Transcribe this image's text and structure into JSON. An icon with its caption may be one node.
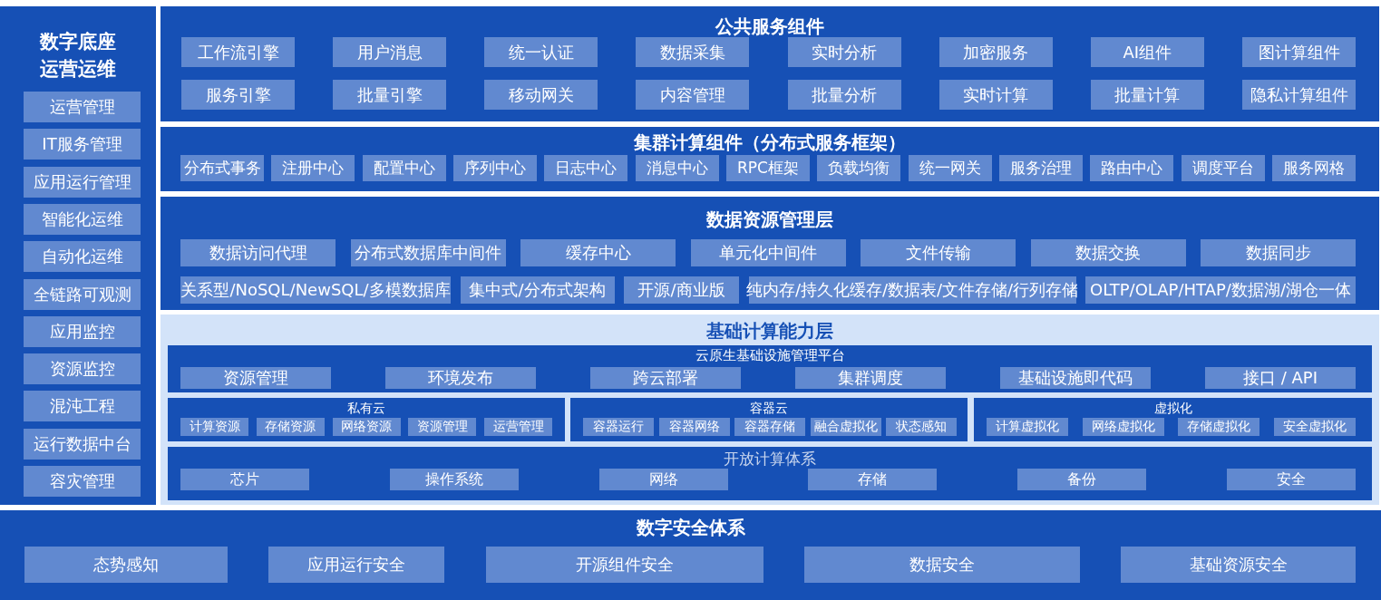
{
  "diagram": {
    "nodes": [
      {
        "text": [
          "数字底座运营运维"
        ]
      },
      {
        "text": [
          "运营管理"
        ],
        "in": 0
      },
      {
        "text": [
          "IT服务管理"
        ],
        "in": 0
      },
      {
        "text": [
          "应用运行管理"
        ],
        "in": 0
      },
      {
        "text": [
          "智能化运维"
        ],
        "in": 0
      },
      {
        "text": [
          "自动化运维"
        ],
        "in": 0
      },
      {
        "text": [
          "全链路可观测"
        ],
        "in": 0
      },
      {
        "text": [
          "应用监控"
        ],
        "in": 0
      },
      {
        "text": [
          "资源监控"
        ],
        "in": 0
      },
      {
        "text": [
          "混沌工程"
        ],
        "in": 0
      },
      {
        "text": [
          "运行数据中台"
        ],
        "in": 0
      },
      {
        "text": [
          "容灾管理"
        ],
        "in": 0
      },
      {
        "text": [
          "公共服务组件"
        ]
      },
      {
        "text": [
          "工作流引擎"
        ],
        "in": 12
      },
      {
        "text": [
          "用户消息"
        ],
        "in": 12
      },
      {
        "text": [
          "统一认证"
        ],
        "in": 12
      },
      {
        "text": [
          "数据采集"
        ],
        "in": 12
      },
      {
        "text": [
          "实时分析"
        ],
        "in": 12
      },
      {
        "text": [
          "加密服务"
        ],
        "in": 12
      },
      {
        "text": [
          "AI组件"
        ],
        "in": 12
      },
      {
        "text": [
          "图计算组件"
        ],
        "in": 12
      },
      {
        "text": [
          "服务引擎"
        ],
        "in": 12
      },
      {
        "text": [
          "批量引擎"
        ],
        "in": 12
      },
      {
        "text": [
          "移动网关"
        ],
        "in": 12
      },
      {
        "text": [
          "内容管理"
        ],
        "in": 12
      },
      {
        "text": [
          "批量分析"
        ],
        "in": 12
      },
      {
        "text": [
          "实时计算"
        ],
        "in": 12
      },
      {
        "text": [
          "批量计算"
        ],
        "in": 12
      },
      {
        "text": [
          "隐私计算组件"
        ],
        "in": 12
      },
      {
        "text": [
          "集群计算组件（分布式服务框架）"
        ]
      },
      {
        "text": [
          "分布式事务"
        ],
        "in": 29
      },
      {
        "text": [
          "注册中心"
        ],
        "in": 29
      },
      {
        "text": [
          "配置中心"
        ],
        "in": 29
      },
      {
        "text": [
          "序列中心"
        ],
        "in": 29
      },
      {
        "text": [
          "日志中心"
        ],
        "in": 29
      },
      {
        "text": [
          "消息中心"
        ],
        "in": 29
      },
      {
        "text": [
          "RPC框架"
        ],
        "in": 29
      },
      {
        "text": [
          "负载均衡"
        ],
        "in": 29
      },
      {
        "text": [
          "统一网关"
        ],
        "in": 29
      },
      {
        "text": [
          "服务治理"
        ],
        "in": 29
      },
      {
        "text": [
          "路由中心"
        ],
        "in": 29
      },
      {
        "text": [
          "调度平台"
        ],
        "in": 29
      },
      {
        "text": [
          "服务网格"
        ],
        "in": 29
      },
      {
        "text": [
          "数据资源管理层"
        ]
      },
      {
        "text": [
          "数据访问代理"
        ],
        "in": 43
      },
      {
        "text": [
          "分布式数据库中间件"
        ],
        "in": 43
      },
      {
        "text": [
          "缓存中心"
        ],
        "in": 43
      },
      {
        "text": [
          "单元化中间件"
        ],
        "in": 43
      },
      {
        "text": [
          "文件传输"
        ],
        "in": 43
      },
      {
        "text": [
          "数据交换"
        ],
        "in": 43
      },
      {
        "text": [
          "数据同步"
        ],
        "in": 43
      },
      {
        "text": [
          "关系型/NoSQL/NewSQL/多模数据库"
        ],
        "in": 43
      },
      {
        "text": [
          "集中式/分布式架构"
        ],
        "in": 43
      },
      {
        "text": [
          "开源/商业版"
        ],
        "in": 43
      },
      {
        "text": [
          "纯内存/持久化缓存/数据表/文件存储/行列存储"
        ],
        "in": 43
      },
      {
        "text": [
          "OLTP/OLAP/HTAP/数据湖/湖仓一体"
        ],
        "in": 43
      },
      {
        "text": [
          "基础计算能力层"
        ]
      },
      {
        "text": [
          "云原生基础设施管理平台"
        ],
        "in": 56
      },
      {
        "text": [
          "资源管理"
        ],
        "in": 57
      },
      {
        "text": [
          "环境发布"
        ],
        "in": 57
      },
      {
        "text": [
          "跨云部署"
        ],
        "in": 57
      },
      {
        "text": [
          "集群调度"
        ],
        "in": 57
      },
      {
        "text": [
          "基础设施即代码"
        ],
        "in": 57
      },
      {
        "text": [
          "接口 / API"
        ],
        "in": 57
      },
      {
        "text": [
          "私有云"
        ],
        "in": 56
      },
      {
        "text": [
          "计算资源"
        ],
        "in": 64
      },
      {
        "text": [
          "存储资源"
        ],
        "in": 64
      },
      {
        "text": [
          "网络资源"
        ],
        "in": 64
      },
      {
        "text": [
          "资源管理"
        ],
        "in": 64
      },
      {
        "text": [
          "运营管理"
        ],
        "in": 64
      },
      {
        "text": [
          "容器云"
        ],
        "in": 56
      },
      {
        "text": [
          "容器运行"
        ],
        "in": 70
      },
      {
        "text": [
          "容器网络"
        ],
        "in": 70
      },
      {
        "text": [
          "容器存储"
        ],
        "in": 70
      },
      {
        "text": [
          "融合虚拟化"
        ],
        "in": 70
      },
      {
        "text": [
          "状态感知"
        ],
        "in": 70
      },
      {
        "text": [
          "虚拟化"
        ],
        "in": 56
      },
      {
        "text": [
          "计算虚拟化"
        ],
        "in": 76
      },
      {
        "text": [
          "网络虚拟化"
        ],
        "in": 76
      },
      {
        "text": [
          "存储虚拟化"
        ],
        "in": 76
      },
      {
        "text": [
          "安全虚拟化"
        ],
        "in": 76
      },
      {
        "text": [
          "开放计算体系"
        ],
        "in": 56
      },
      {
        "text": [
          "芯片"
        ],
        "in": 81
      },
      {
        "text": [
          "操作系统"
        ],
        "in": 81
      },
      {
        "text": [
          "网络"
        ],
        "in": 81
      },
      {
        "text": [
          "存储"
        ],
        "in": 81
      },
      {
        "text": [
          "备份"
        ],
        "in": 81
      },
      {
        "text": [
          "安全"
        ],
        "in": 81
      },
      {
        "text": [
          "数字安全体系"
        ]
      },
      {
        "text": [
          "态势感知"
        ],
        "in": 88
      },
      {
        "text": [
          "应用运行安全"
        ],
        "in": 88
      },
      {
        "text": [
          "开源组件安全"
        ],
        "in": 88
      },
      {
        "text": [
          "数据安全"
        ],
        "in": 88
      },
      {
        "text": [
          "基础资源安全"
        ],
        "in": 88
      }
    ]
  }
}
